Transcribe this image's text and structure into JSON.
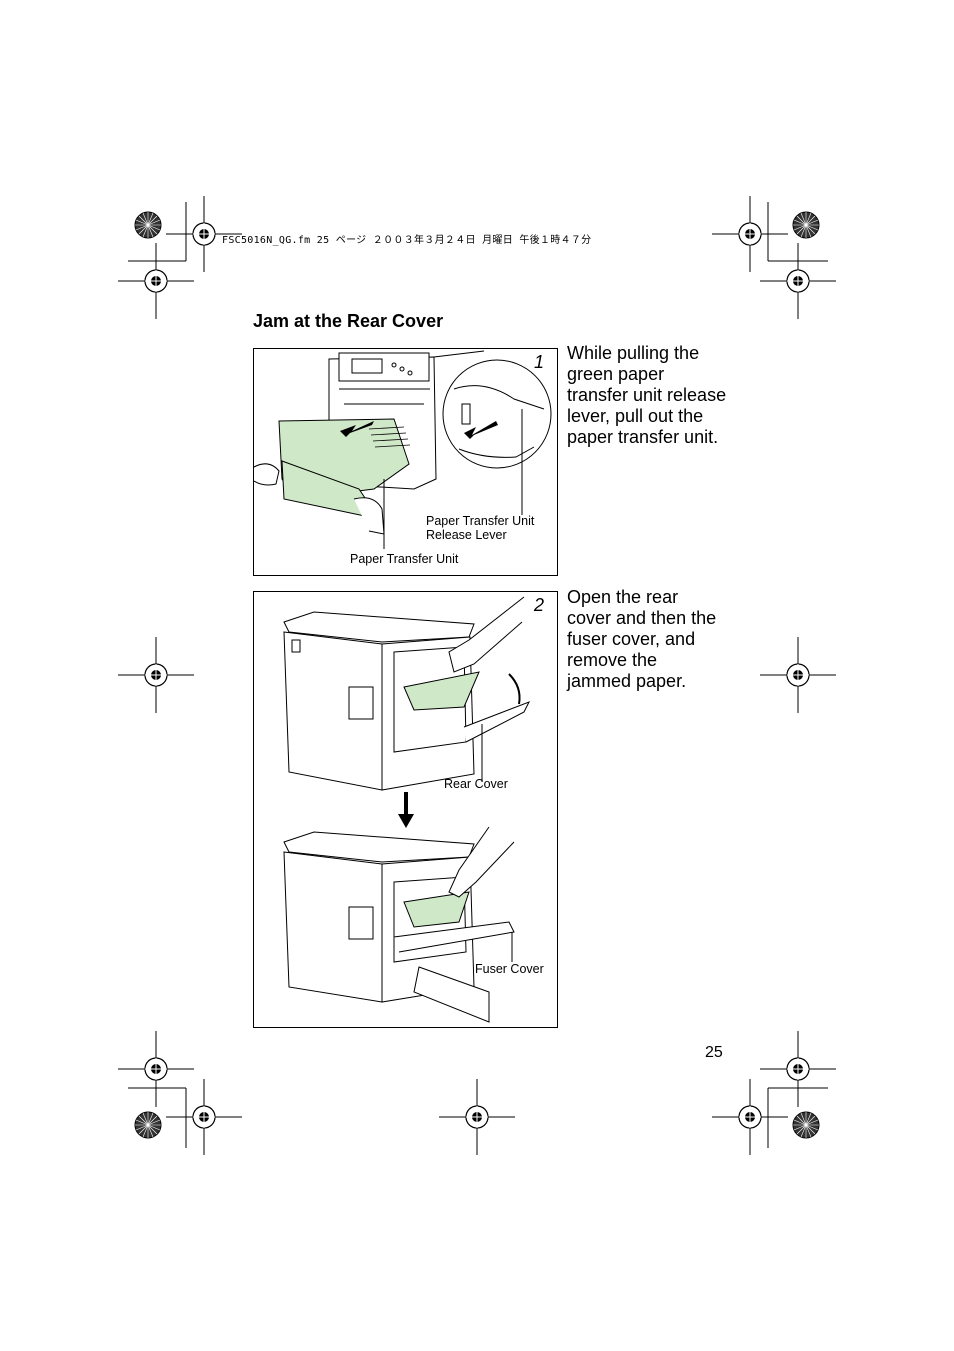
{
  "header": {
    "file_info": "FSC5016N_QG.fm  25 ページ  ２００３年３月２４日  月曜日  午後１時４７分"
  },
  "section": {
    "title": "Jam at the Rear Cover"
  },
  "steps": [
    {
      "number": "1",
      "instruction": "While pulling the green paper transfer unit release lever, pull out the paper transfer unit.",
      "callouts": {
        "lever_line1": "Paper Transfer Unit",
        "lever_line2": "Release Lever",
        "unit": "Paper Transfer Unit"
      }
    },
    {
      "number": "2",
      "instruction": "Open the rear cover and then the fuser cover, and remove the jammed paper.",
      "callouts": {
        "rear_cover": "Rear Cover",
        "fuser_cover": "Fuser Cover"
      }
    }
  ],
  "footer": {
    "page_number": "25"
  },
  "colors": {
    "paper_green": "#cfe8c8",
    "line": "#000000"
  }
}
